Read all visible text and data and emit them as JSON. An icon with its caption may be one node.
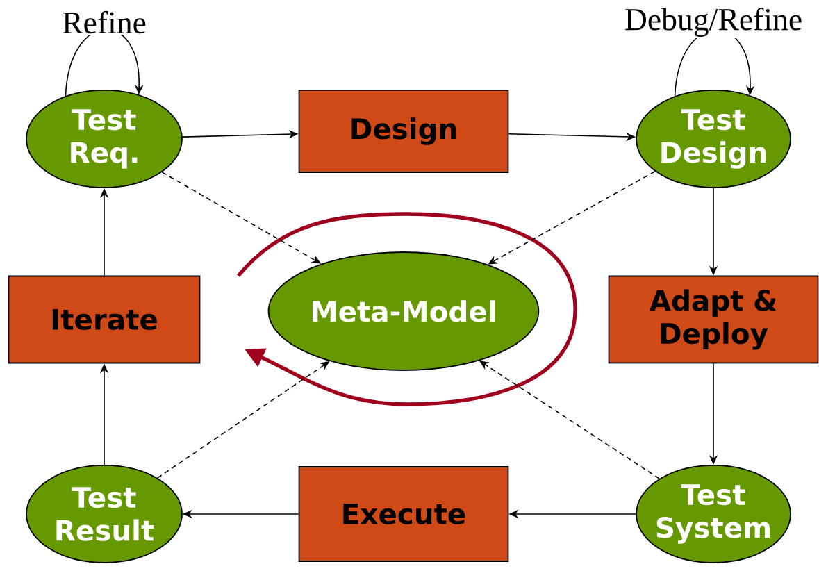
{
  "diagram": {
    "nodes": [
      {
        "text": [
          "Test Req."
        ]
      },
      {
        "text": [
          "Design"
        ]
      },
      {
        "text": [
          "Test Design"
        ]
      },
      {
        "text": [
          "Iterate"
        ]
      },
      {
        "text": [
          "Meta-Model"
        ]
      },
      {
        "text": [
          "Adapt & Deploy"
        ]
      },
      {
        "text": [
          "Test Result"
        ]
      },
      {
        "text": [
          "Execute"
        ]
      },
      {
        "text": [
          "Test System"
        ]
      }
    ],
    "edges": [
      {
        "from": 0,
        "to": 0,
        "arrow": "to",
        "label": "Refine"
      },
      {
        "from": 2,
        "to": 2,
        "arrow": "to",
        "label": "Debug/Refine"
      },
      {
        "from": 0,
        "to": 1,
        "arrow": "to"
      },
      {
        "from": 1,
        "to": 2,
        "arrow": "to"
      },
      {
        "from": 2,
        "to": 5,
        "arrow": "to"
      },
      {
        "from": 5,
        "to": 8,
        "arrow": "to"
      },
      {
        "from": 8,
        "to": 7,
        "arrow": "to"
      },
      {
        "from": 7,
        "to": 6,
        "arrow": "to"
      },
      {
        "from": 6,
        "to": 3,
        "arrow": "to"
      },
      {
        "from": 3,
        "to": 0,
        "arrow": "to"
      },
      {
        "from": 0,
        "to": 4,
        "arrow": "to",
        "style": "dashed"
      },
      {
        "from": 2,
        "to": 4,
        "arrow": "to",
        "style": "dashed"
      },
      {
        "from": 6,
        "to": 4,
        "arrow": "to",
        "style": "dashed"
      },
      {
        "from": 8,
        "to": 4,
        "arrow": "to",
        "style": "dashed"
      }
    ]
  }
}
